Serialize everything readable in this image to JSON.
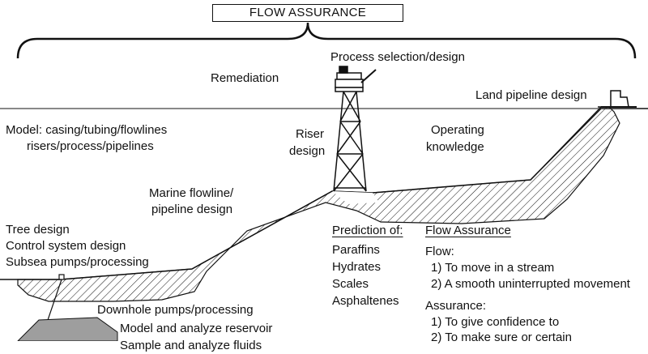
{
  "title": "FLOW ASSURANCE",
  "labels": {
    "process_selection": "Process selection/design",
    "remediation": "Remediation",
    "land_pipeline": "Land pipeline design",
    "model_line1": "Model: casing/tubing/flowlines",
    "model_line2": "risers/process/pipelines",
    "riser_line1": "Riser",
    "riser_line2": "design",
    "operating_line1": "Operating",
    "operating_line2": "knowledge",
    "marine_line1": "Marine flowline/",
    "marine_line2": "pipeline design",
    "tree_design": "Tree design",
    "control_system": "Control system design",
    "subsea_pumps": "Subsea pumps/processing",
    "downhole_pumps": "Downhole pumps/processing",
    "model_reservoir": "Model and analyze reservoir",
    "cut_off_line": "Sample and analyze fluids"
  },
  "prediction": {
    "heading": "Prediction of:",
    "items": [
      "Paraffins",
      "Hydrates",
      "Scales",
      "Asphaltenes"
    ]
  },
  "definition": {
    "heading": "Flow Assurance",
    "flow_label": "Flow:",
    "flow_items": [
      "1) To move in a stream",
      "2) A smooth uninterrupted movement"
    ],
    "assurance_label": "Assurance:",
    "assurance_items": [
      "1) To give confidence to",
      "2) To make sure or certain"
    ]
  }
}
